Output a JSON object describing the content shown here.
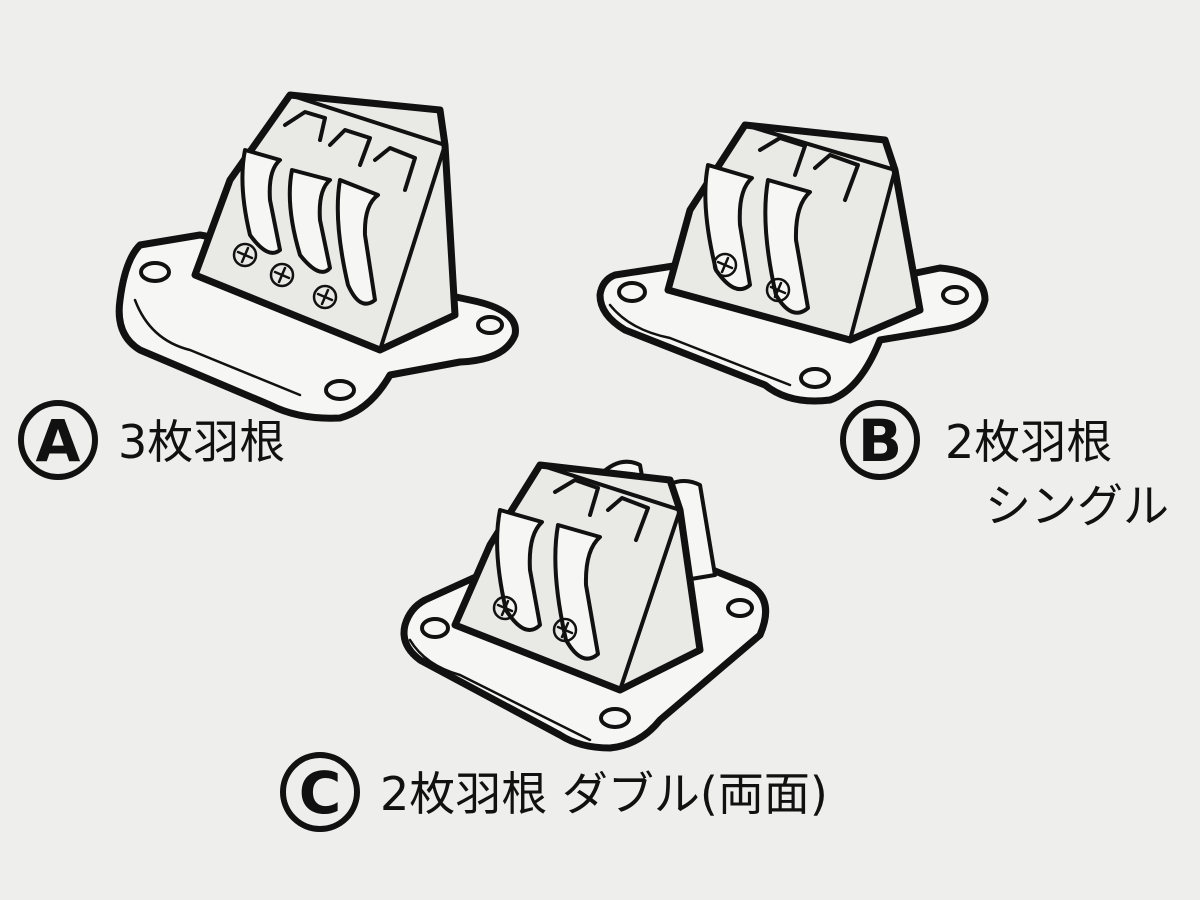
{
  "diagram": {
    "items": [
      {
        "badge": "A",
        "label_lines": [
          "3枚羽根"
        ]
      },
      {
        "badge": "B",
        "label_lines": [
          "2枚羽根",
          "シングル"
        ]
      },
      {
        "badge": "C",
        "label_lines": [
          "2枚羽根 ダブル(両面)"
        ]
      }
    ]
  },
  "colors": {
    "ink": "#111111",
    "paper": "#eeeeec"
  }
}
